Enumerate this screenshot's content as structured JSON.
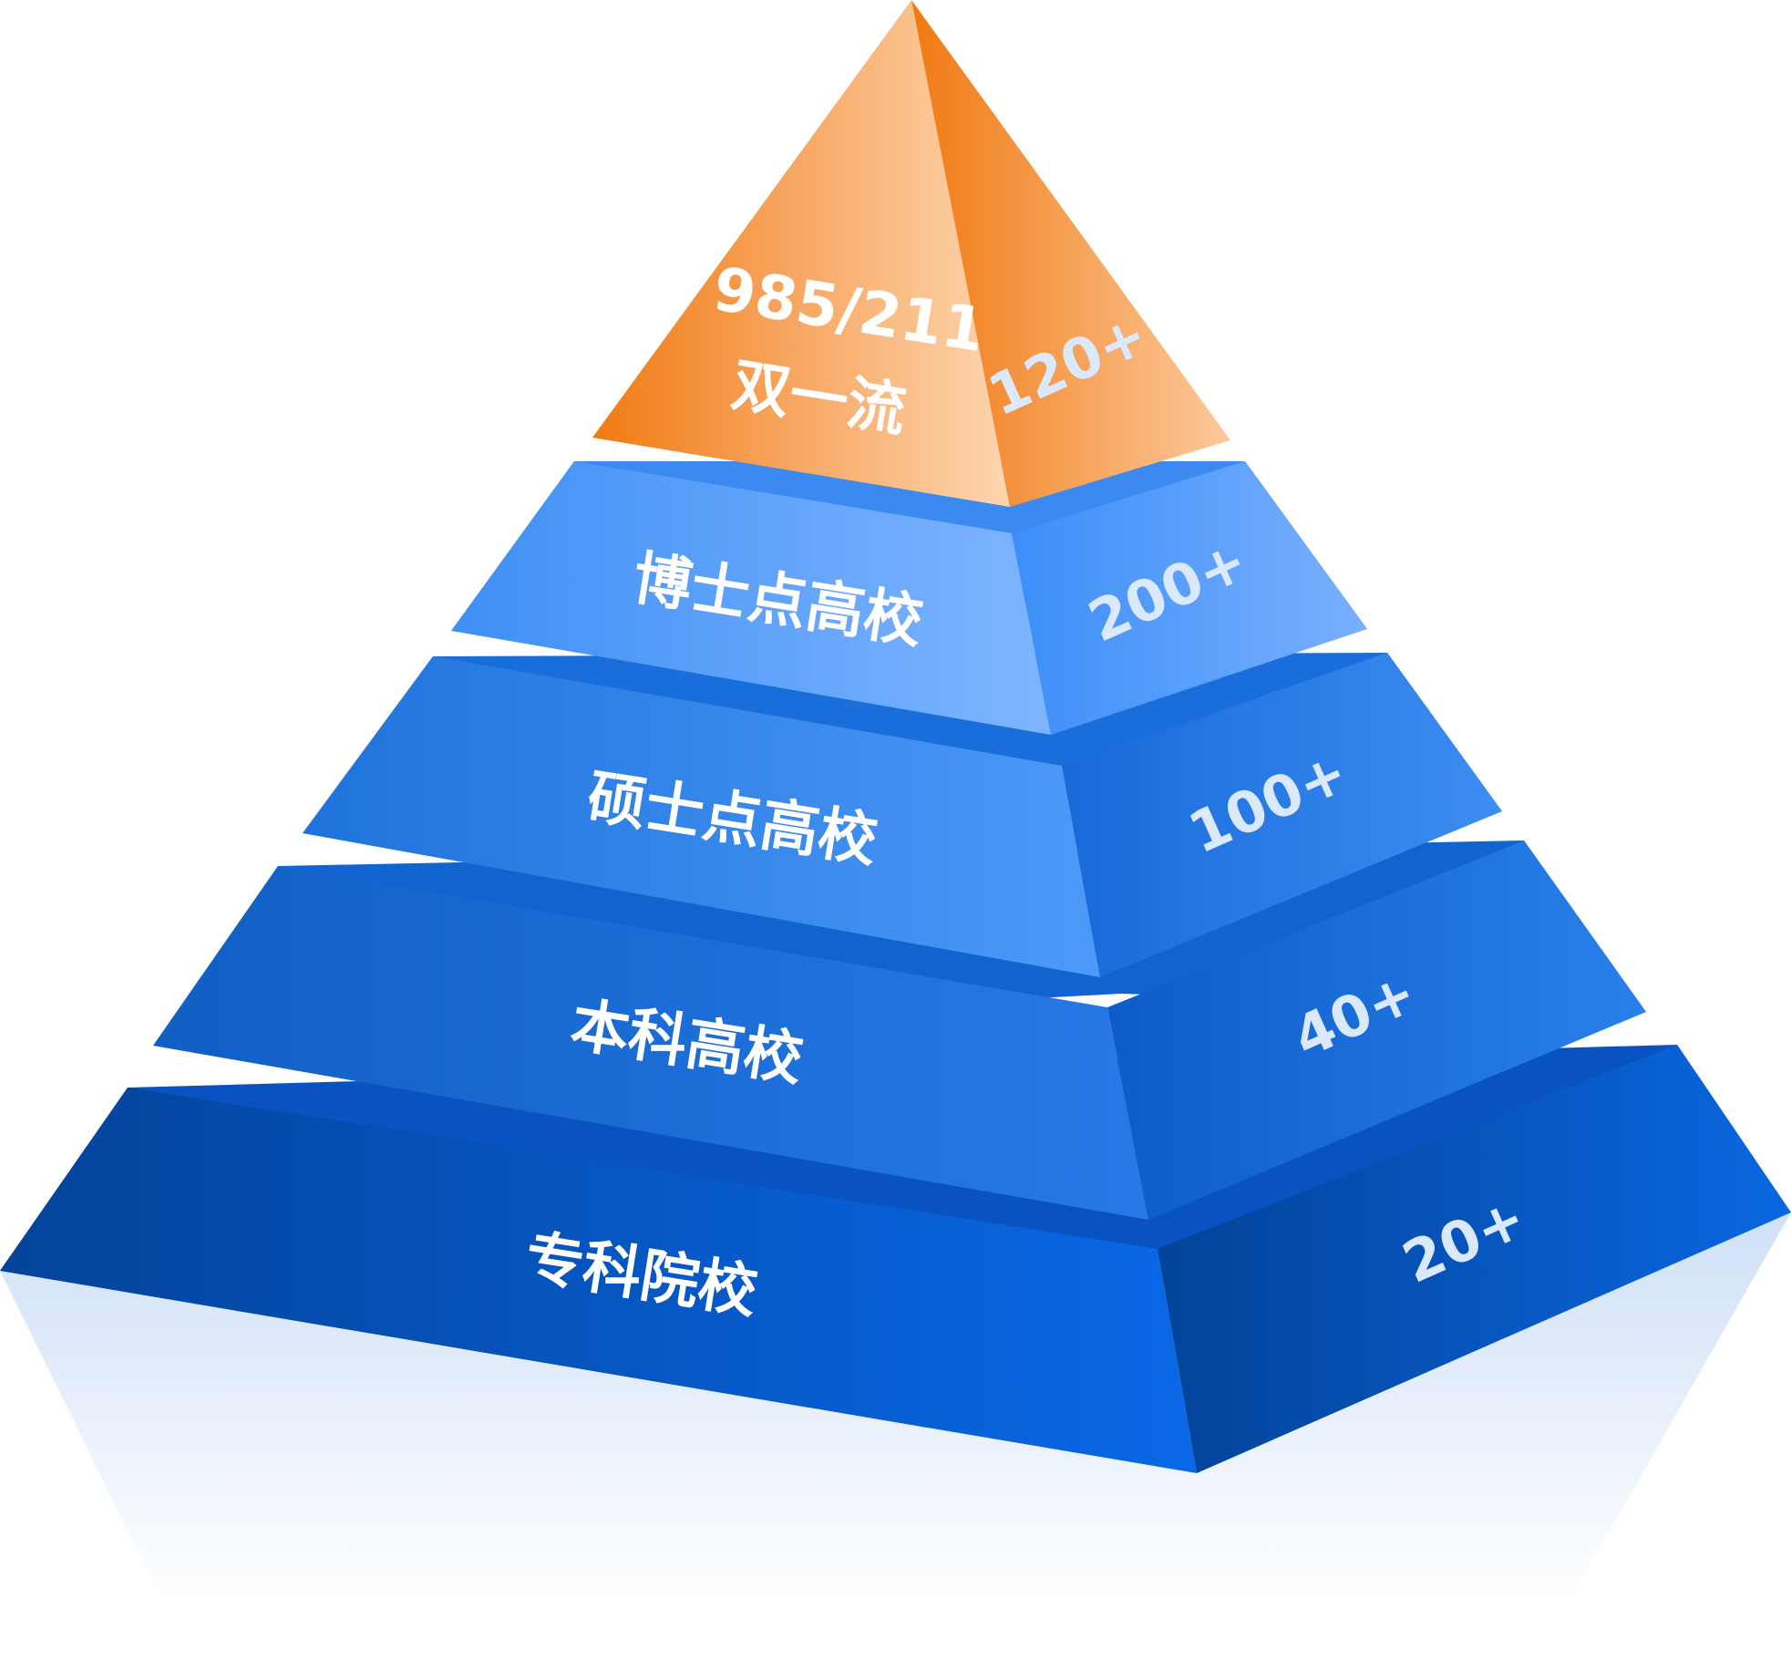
{
  "levels": [
    {
      "name_line1": "985/211",
      "name_line2": "双一流",
      "count": "120+"
    },
    {
      "name": "博士点高校",
      "count": "200+"
    },
    {
      "name": "硕士点高校",
      "count": "100+"
    },
    {
      "name": "本科高校",
      "count": "40+"
    },
    {
      "name": "专科院校",
      "count": "20+"
    }
  ]
}
